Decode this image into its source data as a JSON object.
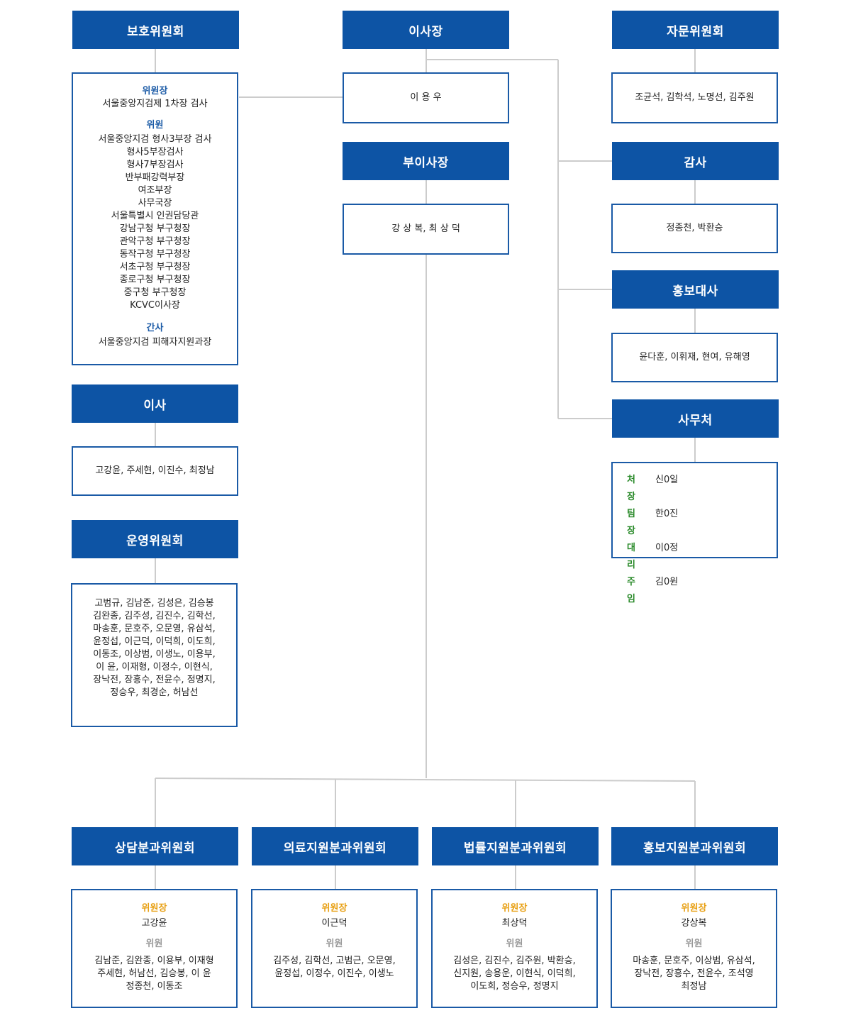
{
  "protect_committee": {
    "title": "보호위원회",
    "chair_label": "위원장",
    "chair": "서울중앙지검제 1차장 검사",
    "members_label": "위원",
    "members": [
      "서울중앙지검 형사3부장 검사",
      "형사5부장검사",
      "형사7부장검사",
      "반부패강력부장",
      "여조부장",
      "사무국장",
      "서울특별시 인권담당관",
      "강남구청 부구청장",
      "관악구청 부구청장",
      "동작구청 부구청장",
      "서초구청 부구청장",
      "종로구청 부구청장",
      "중구청 부구청장",
      "KCVC이사장"
    ],
    "secretary_label": "간사",
    "secretary": "서울중앙지검 피해자지원과장"
  },
  "chairman": {
    "title": "이사장",
    "name": "이 용 우"
  },
  "vice_chairman": {
    "title": "부이사장",
    "names": "강 상 복, 최 상 덕"
  },
  "advisory": {
    "title": "자문위원회",
    "members": "조균석, 김학석, 노명선, 김주원"
  },
  "auditor": {
    "title": "감사",
    "members": "정종천, 박환승"
  },
  "ambassador": {
    "title": "홍보대사",
    "members": "윤다훈, 이휘재, 현여, 유해영"
  },
  "office": {
    "title": "사무처",
    "rows": [
      {
        "role": "처 장",
        "name": "신0일"
      },
      {
        "role": "팀 장",
        "name": "한0진"
      },
      {
        "role": "대 리",
        "name": "이0정"
      },
      {
        "role": "주 임",
        "name": "김0원"
      }
    ]
  },
  "directors": {
    "title": "이사",
    "members": "고강윤, 주세현, 이진수, 최정남"
  },
  "operating": {
    "title": "운영위원회",
    "lines": [
      "고범규, 김남준, 김성은, 김승봉",
      "김완종, 김주성, 김진수, 김학선,",
      "마송훈, 문호주, 오문영, 유삼석,",
      "윤정섭, 이근덕, 이덕희, 이도희,",
      "이동조, 이상범, 이생노, 이용부,",
      "이 윤, 이재형, 이정수, 이현식,",
      "장낙전, 장흥수, 전윤수, 정명지,",
      "정승우, 최경순, 허남선"
    ]
  },
  "subcommittees": [
    {
      "title": "상담분과위원회",
      "chair_label": "위원장",
      "chair": "고강윤",
      "members_label": "위원",
      "lines": [
        "김남준, 김완종, 이용부, 이재형",
        "주세현, 허남선, 김승봉, 이 윤",
        "정종천, 이동조"
      ]
    },
    {
      "title": "의료지원분과위원회",
      "chair_label": "위원장",
      "chair": "이근덕",
      "members_label": "위원",
      "lines": [
        "김주성, 김학선, 고범근, 오문영,",
        "윤정섭, 이정수, 이진수, 이생노"
      ]
    },
    {
      "title": "법률지원분과위원회",
      "chair_label": "위원장",
      "chair": "최상덕",
      "members_label": "위원",
      "lines": [
        "김성은, 김진수, 김주원, 박환승,",
        "신지원, 송용운, 이현식, 이덕희,",
        "이도희, 정승우, 정명지"
      ]
    },
    {
      "title": "홍보지원분과위원회",
      "chair_label": "위원장",
      "chair": "강상복",
      "members_label": "위원",
      "lines": [
        "마송훈, 문호주, 이상범, 유삼석,",
        "장낙전, 장흥수, 전윤수, 조석영",
        "최정남"
      ]
    }
  ],
  "colors": {
    "header_bg": "#0d54a5",
    "box_border": "#1a5aa6",
    "line": "#cccccc",
    "role_blue": "#1a5aa6",
    "role_orange": "#e8a014",
    "role_gray": "#999999",
    "role_green": "#2a8a2a"
  }
}
